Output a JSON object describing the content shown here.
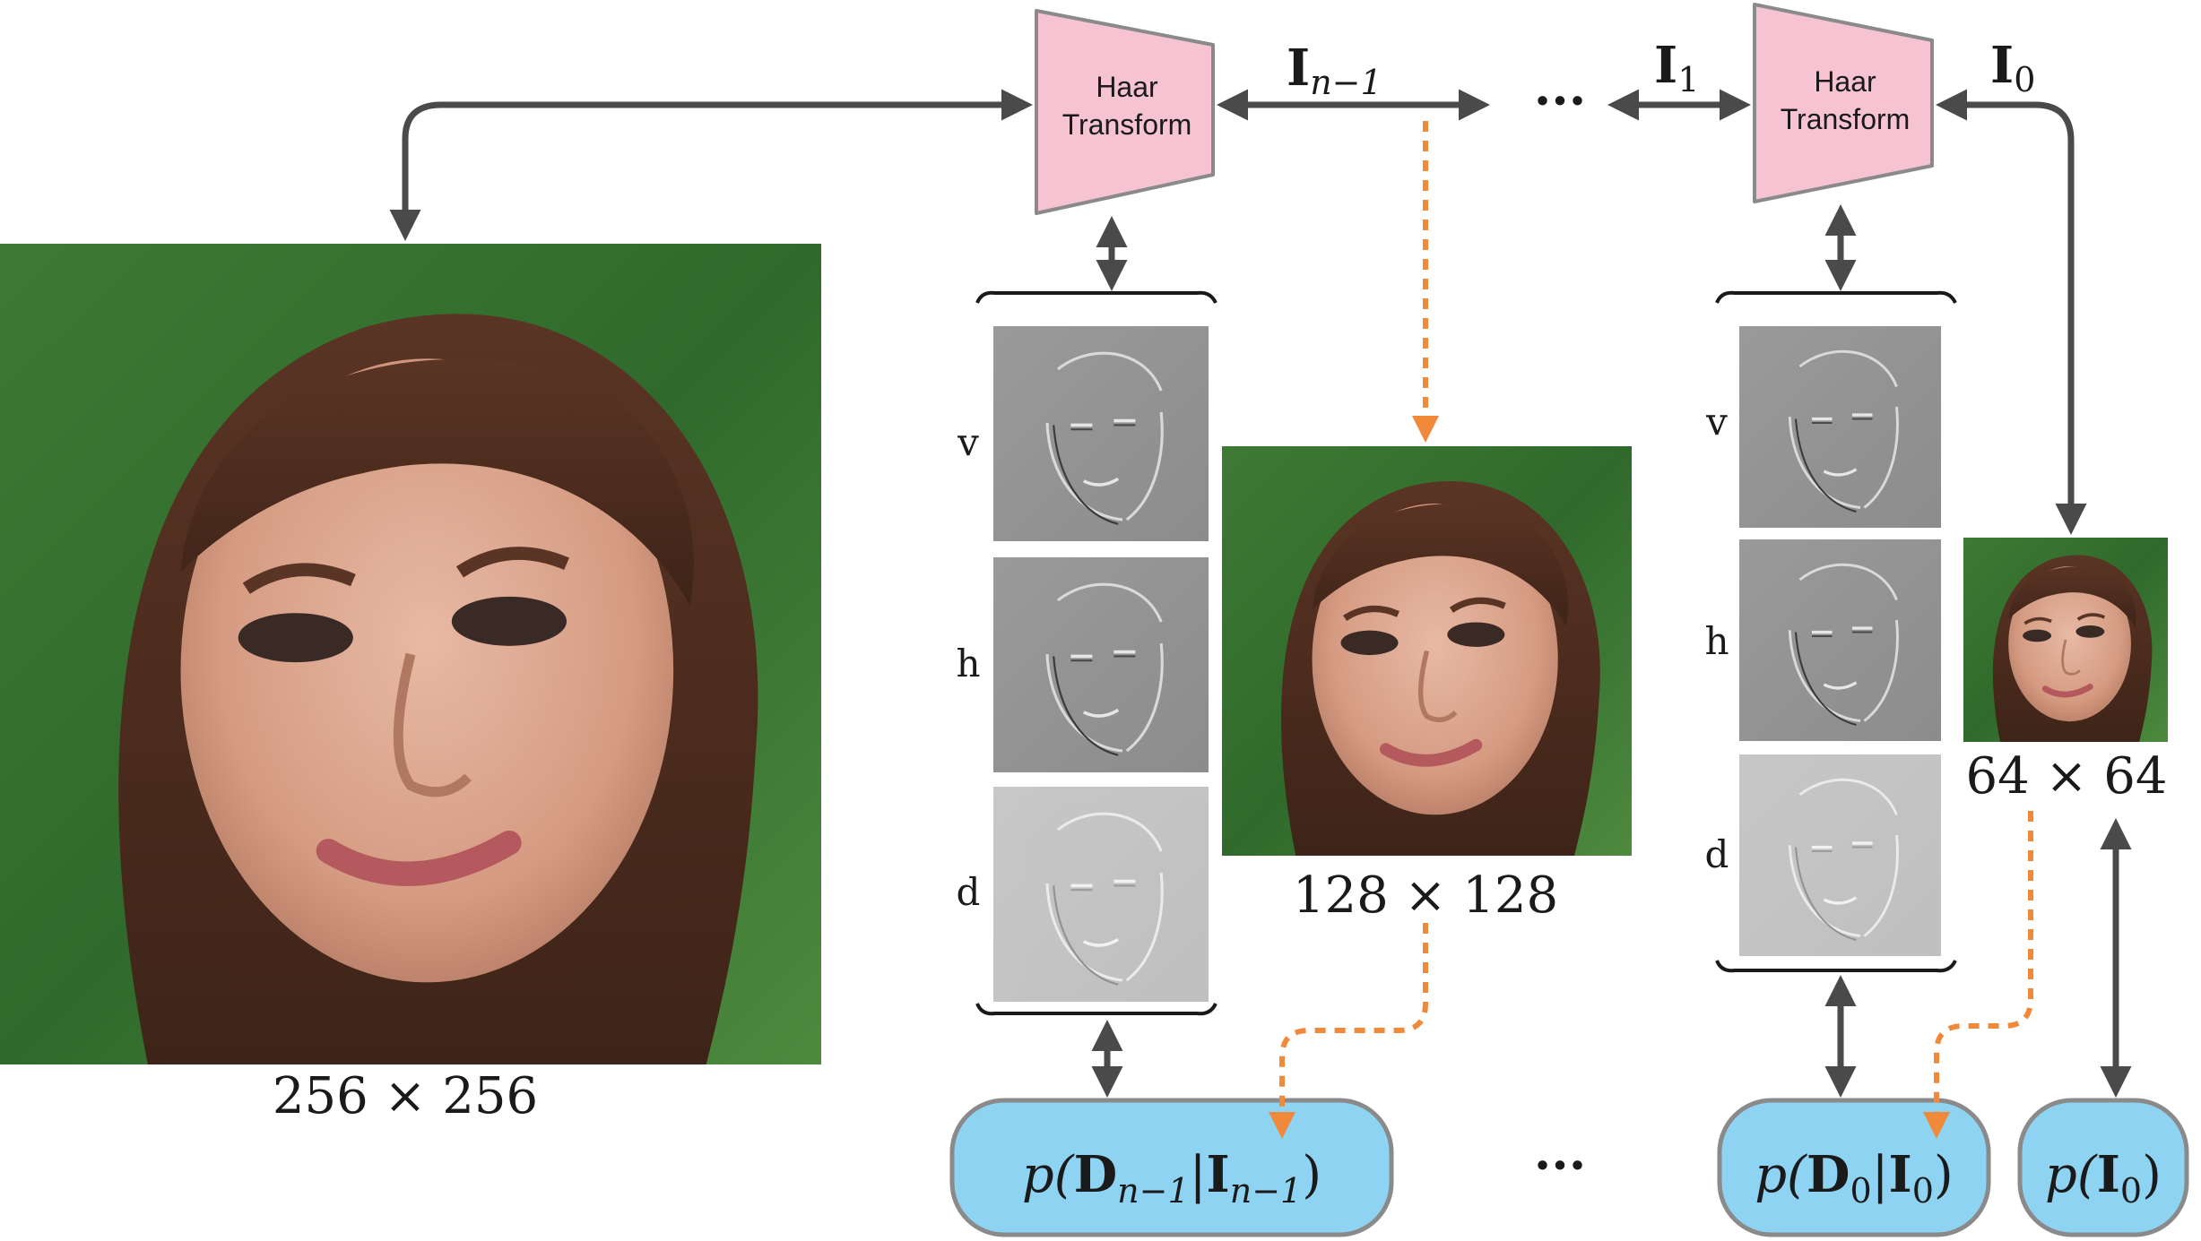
{
  "images": {
    "large": {
      "size_label": "256 × 256"
    },
    "medium": {
      "size_label": "128 × 128"
    },
    "small": {
      "size_label": "64 × 64"
    }
  },
  "transforms": [
    {
      "line1": "Haar",
      "line2": "Transform"
    },
    {
      "line1": "Haar",
      "line2": "Transform"
    }
  ],
  "signals": {
    "i_n_minus_1": {
      "main": "I",
      "sub": "n−1"
    },
    "i_1": {
      "main": "I",
      "sub": "1"
    },
    "i_0": {
      "main": "I",
      "sub": "0"
    }
  },
  "ellipsis": "···",
  "subbands": {
    "left": [
      "v",
      "h",
      "d"
    ],
    "right": [
      "v",
      "h",
      "d"
    ]
  },
  "distributions": [
    {
      "p": "p(",
      "d": "D",
      "dsub": "n−1",
      "bar": "|",
      "i": "I",
      "isub": "n−1",
      "close": ")"
    },
    {
      "p": "p(",
      "d": "D",
      "dsub": "0",
      "bar": "|",
      "i": "I",
      "isub": "0",
      "close": ")"
    },
    {
      "p": "p(",
      "i": "I",
      "isub": "0",
      "close": ")"
    }
  ],
  "colors": {
    "transform_fill": "#f6c3d3",
    "distribution_fill": "#8fd3f2",
    "arrow": "#4a4a4a",
    "dotted_arrow": "#f08a3a"
  }
}
